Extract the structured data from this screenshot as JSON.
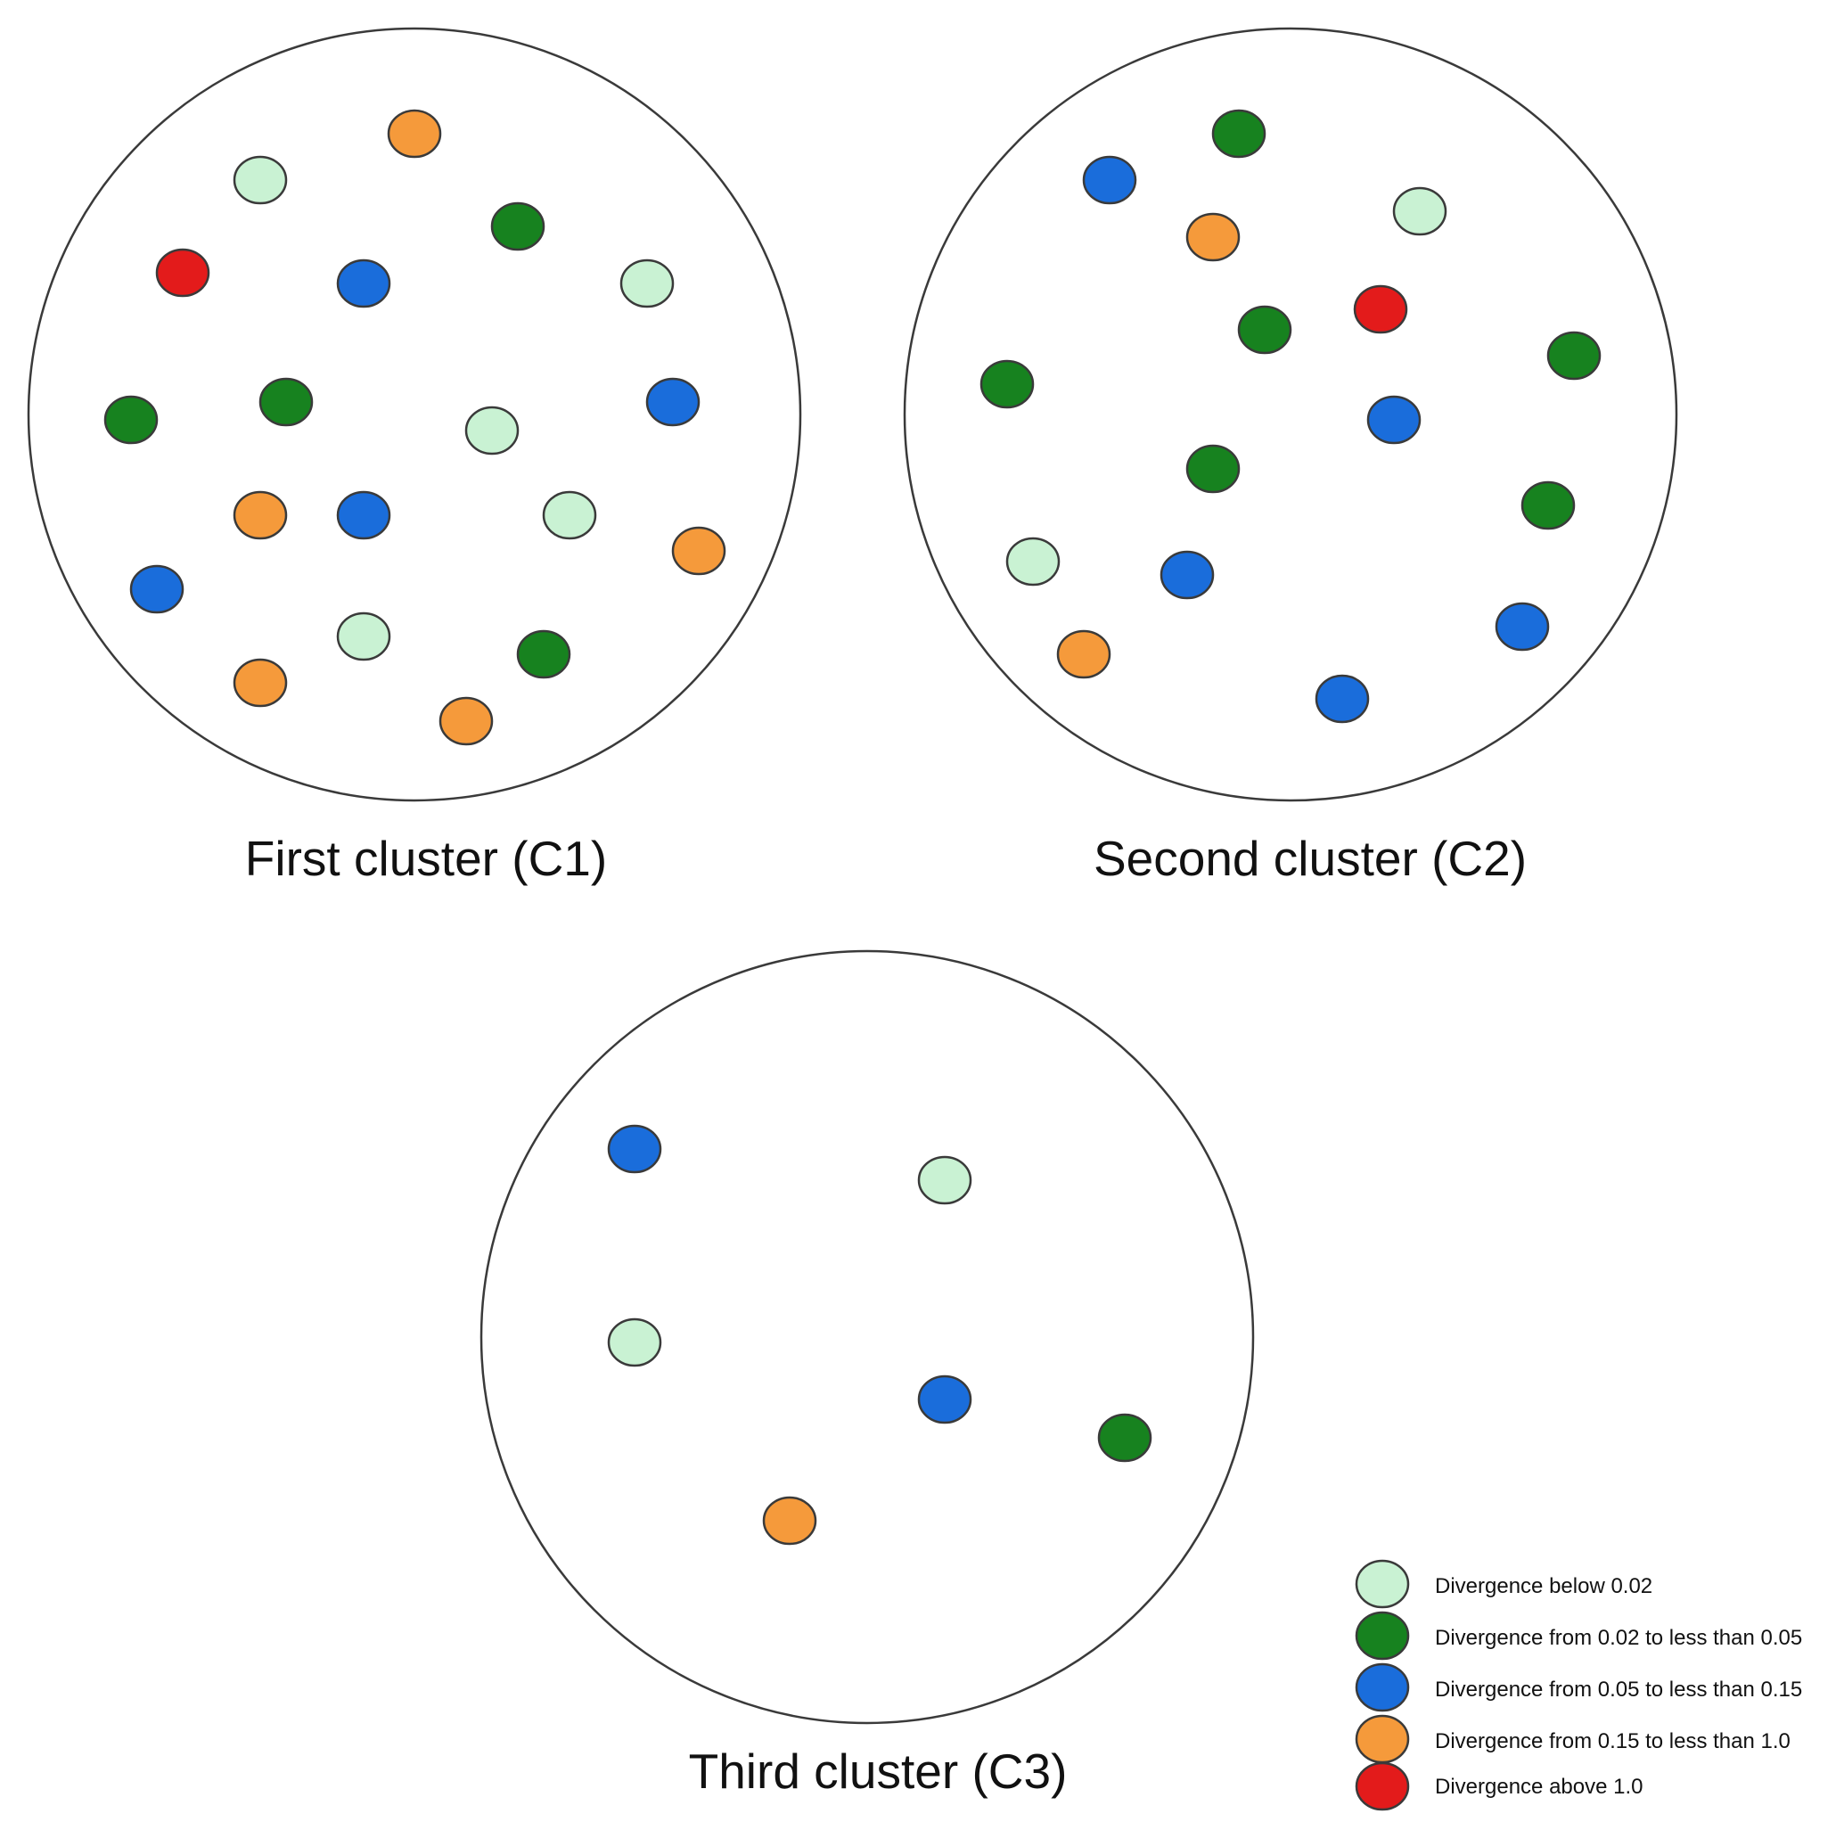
{
  "legend": {
    "items": [
      {
        "key": "lightgreen",
        "label": "Divergence below 0.02",
        "color": "#c9f2d3"
      },
      {
        "key": "green",
        "label": "Divergence from 0.02 to less than 0.05",
        "color": "#17821f"
      },
      {
        "key": "blue",
        "label": "Divergence from 0.05 to less than 0.15",
        "color": "#1a6ddb"
      },
      {
        "key": "orange",
        "label": "Divergence from 0.15 to less than 1.0",
        "color": "#f59a3b"
      },
      {
        "key": "red",
        "label": "Divergence above 1.0",
        "color": "#e31b1b"
      }
    ]
  },
  "clusters": [
    {
      "id": "c1",
      "label": "First cluster (C1)",
      "dots": [
        "orange",
        "lightgreen",
        "green",
        "red",
        "blue",
        "lightgreen",
        "green",
        "lightgreen",
        "green",
        "blue",
        "orange",
        "blue",
        "lightgreen",
        "orange",
        "blue",
        "lightgreen",
        "green",
        "orange",
        "orange"
      ]
    },
    {
      "id": "c2",
      "label": "Second cluster (C2)",
      "dots": [
        "green",
        "blue",
        "lightgreen",
        "orange",
        "red",
        "green",
        "green",
        "green",
        "blue",
        "green",
        "green",
        "lightgreen",
        "blue",
        "orange",
        "blue",
        "blue"
      ]
    },
    {
      "id": "c3",
      "label": "Third cluster (C3)",
      "dots": [
        "blue",
        "lightgreen",
        "lightgreen",
        "blue",
        "green",
        "orange"
      ]
    }
  ],
  "stroke_color": "#3a3a3a"
}
